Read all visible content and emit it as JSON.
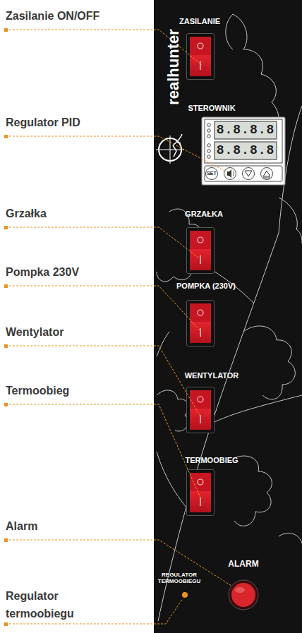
{
  "diagram": {
    "labels": [
      "Zasilanie ON/OFF",
      "ZASILANIE",
      "realhunter",
      "Regulator PID",
      "STEROWNIK",
      "8.8.8.8",
      "8.8.8.8",
      "SET",
      "Grzałka",
      "GRZAŁKA",
      "Pompka 230V",
      "POMPKA (230V)",
      "Wentylator",
      "WENTYLATOR",
      "Termoobieg",
      "TERMOOBIEG",
      "Alarm",
      "ALARM",
      "REGULATOR TERMOOBIEGU",
      "Regulator termoobiegu"
    ]
  }
}
